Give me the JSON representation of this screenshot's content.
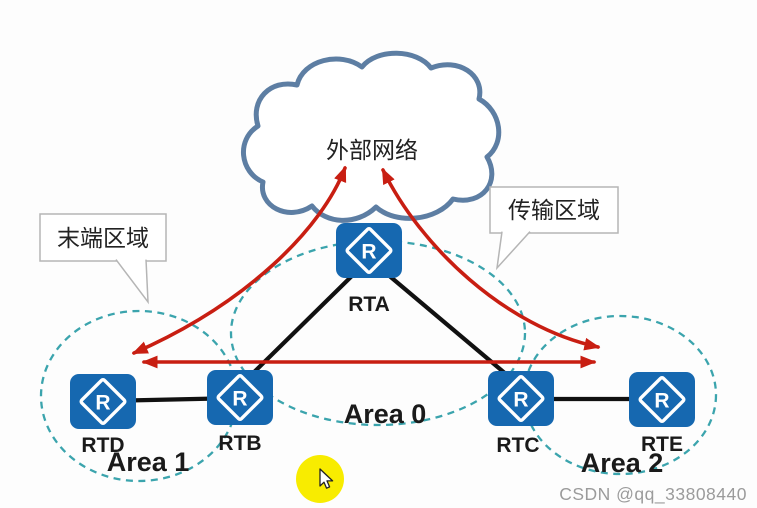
{
  "colors": {
    "router_blue": "#1668b0",
    "link_black": "#111111",
    "arrow_red": "#c81e12",
    "area_dashed_teal": "#3ba4ad",
    "cloud_stroke": "#5d7ea3",
    "callout_border": "#b5b5b5",
    "label_black": "#1a1a1a",
    "highlight_yellow": "#f8ec00",
    "watermark_gray": "#9b9b9b"
  },
  "cloud": {
    "label": "外部网络"
  },
  "callouts": {
    "stub": {
      "label": "末端区域"
    },
    "transit": {
      "label": "传输区域"
    }
  },
  "routers": [
    {
      "name": "RTA",
      "glyph": "R"
    },
    {
      "name": "RTB",
      "glyph": "R"
    },
    {
      "name": "RTC",
      "glyph": "R"
    },
    {
      "name": "RTD",
      "glyph": "R"
    },
    {
      "name": "RTE",
      "glyph": "R"
    }
  ],
  "areas": [
    {
      "name": "Area 0"
    },
    {
      "name": "Area 1"
    },
    {
      "name": "Area 2"
    }
  ],
  "watermark": "CSDN @qq_33808440"
}
